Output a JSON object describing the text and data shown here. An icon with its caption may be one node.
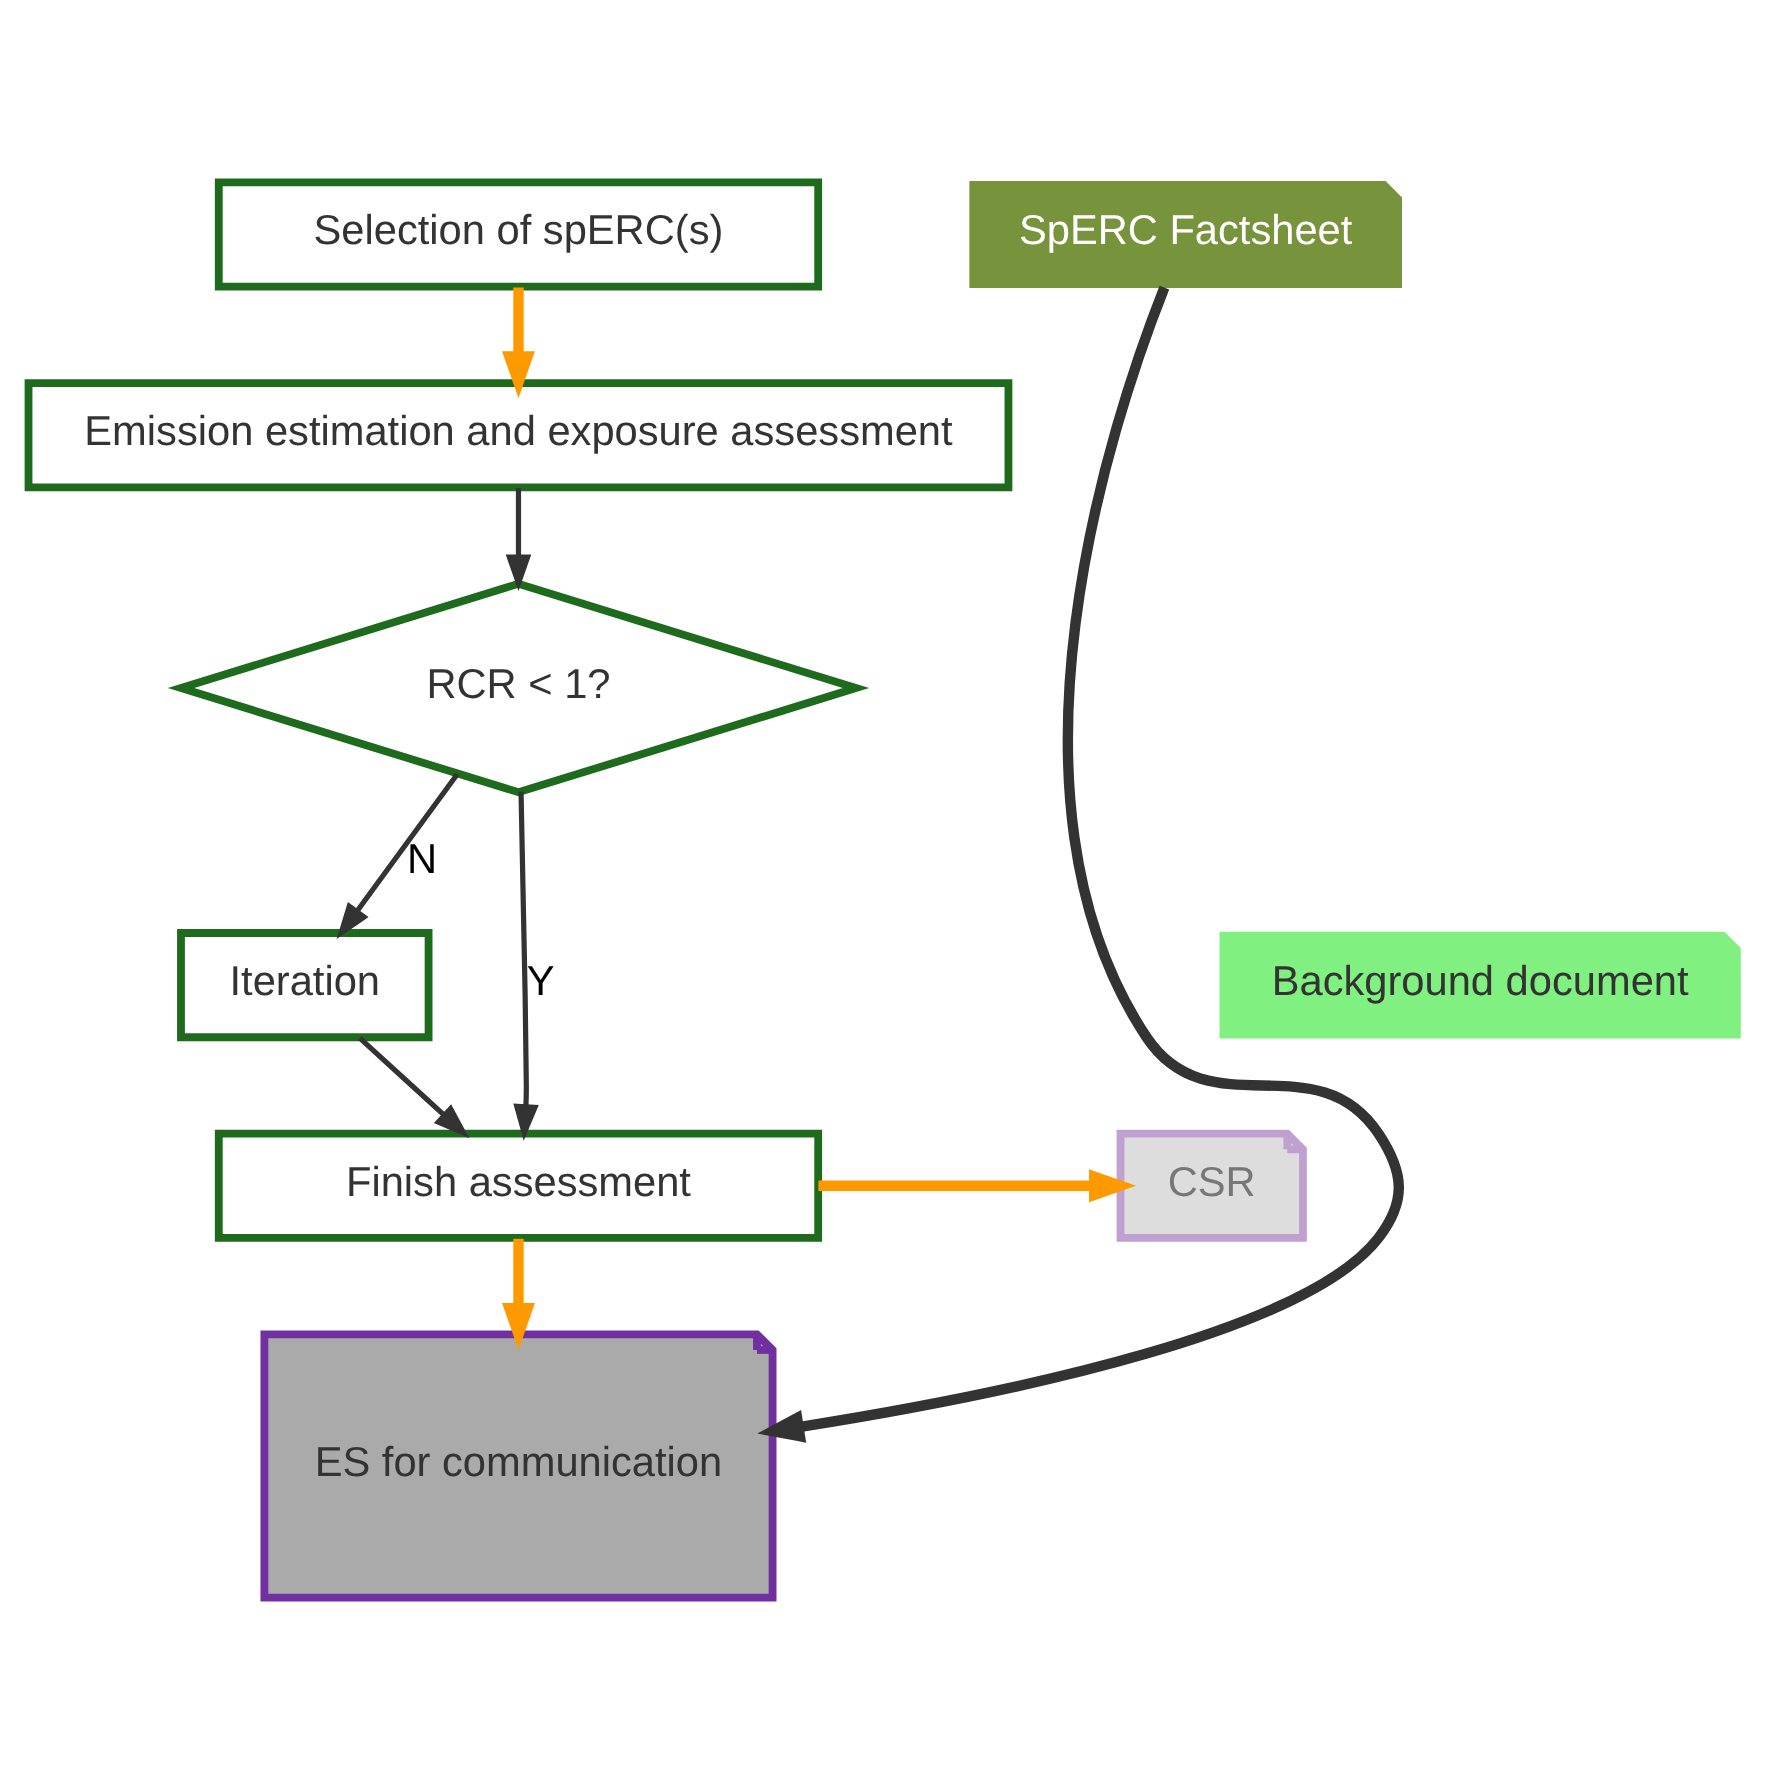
{
  "diagram": {
    "nodes": [
      {
        "text": [
          "Selection of spERC(s)"
        ]
      },
      {
        "text": [
          "SpERC Factsheet"
        ]
      },
      {
        "text": [
          "Emission estimation and exposure assessment"
        ]
      },
      {
        "text": [
          "RCR < 1?"
        ]
      },
      {
        "text": [
          "Background document"
        ]
      },
      {
        "text": [
          "Iteration"
        ]
      },
      {
        "text": [
          "Finish assessment"
        ]
      },
      {
        "text": [
          "CSR"
        ]
      },
      {
        "text": [
          "ES for communication"
        ]
      }
    ],
    "edges": [
      {
        "from": 0,
        "to": 2,
        "arrow": "to",
        "style": "thick",
        "color": "#ff9900"
      },
      {
        "from": 1,
        "to": 8,
        "arrow": "to",
        "style": "thick"
      },
      {
        "from": 2,
        "to": 3,
        "arrow": "to"
      },
      {
        "from": 3,
        "to": 6,
        "arrow": "to",
        "label": "Y"
      },
      {
        "from": 3,
        "to": 5,
        "arrow": "to",
        "label": "N"
      },
      {
        "from": 5,
        "to": 6,
        "arrow": "to"
      },
      {
        "from": 6,
        "to": 7,
        "arrow": "to",
        "style": "thick",
        "color": "#ff9900"
      },
      {
        "from": 6,
        "to": 8,
        "arrow": "to",
        "style": "thick",
        "color": "#ff9900"
      }
    ]
  }
}
